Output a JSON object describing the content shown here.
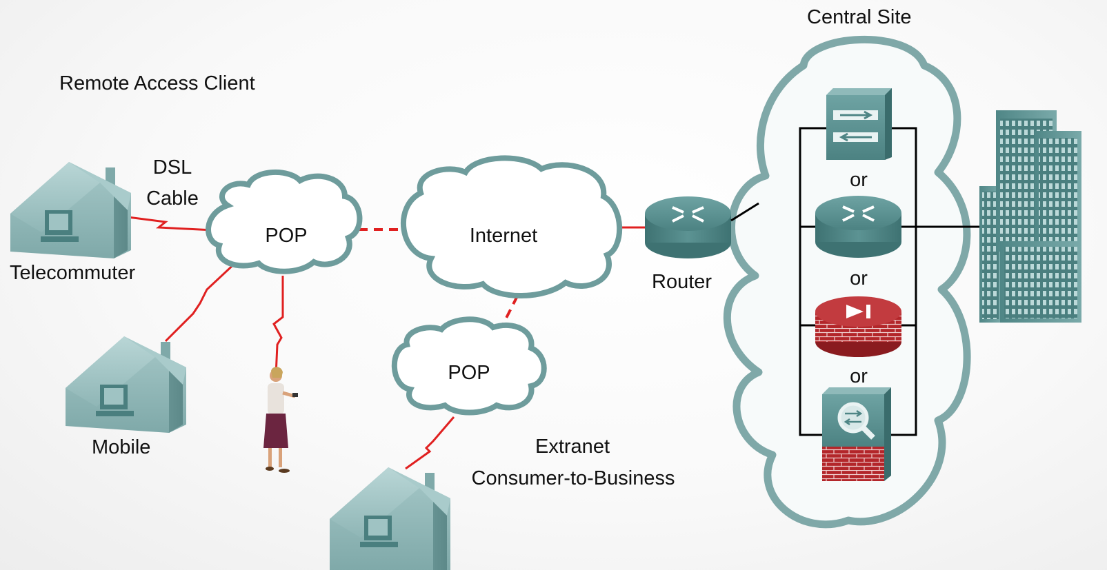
{
  "labels": {
    "remote_access_client": "Remote Access Client",
    "dsl_cable": [
      "DSL",
      "Cable"
    ],
    "telecommuter": "Telecommuter",
    "mobile": "Mobile",
    "pop_left": "POP",
    "internet": "Internet",
    "pop_bottom": "POP",
    "extranet": [
      "Extranet",
      "Consumer-to-Business"
    ],
    "router": "Router",
    "central_site": "Central Site",
    "or_1": "or",
    "or_2": "or",
    "or_3": "or"
  },
  "colors": {
    "house": "#8fb6b6",
    "cloud_stroke": "#6e9c9c",
    "wan_link": "#e02020",
    "lan_link": "#000000",
    "device": "#4e8585",
    "firewall_brick": "#b3262a"
  },
  "icons": [
    "house-icon",
    "router-icon",
    "multilayer-switch-icon",
    "firewall-icon",
    "vpn-concentrator-icon",
    "building-icon",
    "person-icon",
    "cloud-icon"
  ]
}
